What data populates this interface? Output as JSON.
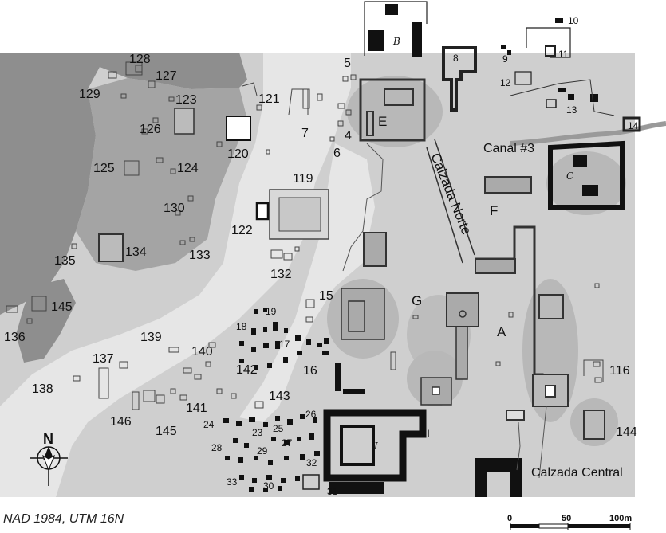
{
  "map": {
    "crs_label": "NAD 1984, UTM 16N",
    "north_label": "N",
    "scale_bar": {
      "ticks": [
        "0",
        "50",
        "100m"
      ]
    },
    "labels": [
      {
        "id": "B",
        "text": "B",
        "style": "italic"
      },
      {
        "id": "8",
        "text": "8",
        "style": "sm"
      },
      {
        "id": "9",
        "text": "9",
        "style": "sm"
      },
      {
        "id": "10",
        "text": "10",
        "style": "sm"
      },
      {
        "id": "11",
        "text": "11",
        "style": "sm"
      },
      {
        "id": "12",
        "text": "12",
        "style": "sm"
      },
      {
        "id": "13",
        "text": "13",
        "style": "sm"
      },
      {
        "id": "14",
        "text": "14",
        "style": "sm"
      },
      {
        "id": "128",
        "text": "128",
        "style": "md"
      },
      {
        "id": "127",
        "text": "127",
        "style": "md"
      },
      {
        "id": "129",
        "text": "129",
        "style": "md"
      },
      {
        "id": "123",
        "text": "123",
        "style": "md"
      },
      {
        "id": "126",
        "text": "126",
        "style": "md"
      },
      {
        "id": "121",
        "text": "121",
        "style": "md"
      },
      {
        "id": "5",
        "text": "5",
        "style": "md"
      },
      {
        "id": "E",
        "text": "E",
        "style": "lg"
      },
      {
        "id": "7",
        "text": "7",
        "style": "md"
      },
      {
        "id": "4",
        "text": "4",
        "style": "md"
      },
      {
        "id": "6",
        "text": "6",
        "style": "md"
      },
      {
        "id": "120",
        "text": "120",
        "style": "md"
      },
      {
        "id": "125",
        "text": "125",
        "style": "md"
      },
      {
        "id": "124",
        "text": "124",
        "style": "md"
      },
      {
        "id": "119",
        "text": "119",
        "style": "md"
      },
      {
        "id": "130",
        "text": "130",
        "style": "md"
      },
      {
        "id": "122",
        "text": "122",
        "style": "md"
      },
      {
        "id": "134",
        "text": "134",
        "style": "md"
      },
      {
        "id": "135",
        "text": "135",
        "style": "md"
      },
      {
        "id": "133",
        "text": "133",
        "style": "md"
      },
      {
        "id": "132",
        "text": "132",
        "style": "md"
      },
      {
        "id": "15",
        "text": "15",
        "style": "md"
      },
      {
        "id": "19",
        "text": "19",
        "style": "sm"
      },
      {
        "id": "G",
        "text": "G",
        "style": "lg"
      },
      {
        "id": "A",
        "text": "A",
        "style": "lg"
      },
      {
        "id": "F",
        "text": "F",
        "style": "lg"
      },
      {
        "id": "145a",
        "text": "145",
        "style": "md"
      },
      {
        "id": "136",
        "text": "136",
        "style": "md"
      },
      {
        "id": "139",
        "text": "139",
        "style": "md"
      },
      {
        "id": "18",
        "text": "18",
        "style": "sm"
      },
      {
        "id": "17",
        "text": "17",
        "style": "sm"
      },
      {
        "id": "140",
        "text": "140",
        "style": "md"
      },
      {
        "id": "137",
        "text": "137",
        "style": "md"
      },
      {
        "id": "142",
        "text": "142",
        "style": "md"
      },
      {
        "id": "16",
        "text": "16",
        "style": "md"
      },
      {
        "id": "138",
        "text": "138",
        "style": "md"
      },
      {
        "id": "143",
        "text": "143",
        "style": "md"
      },
      {
        "id": "141",
        "text": "141",
        "style": "md"
      },
      {
        "id": "146",
        "text": "146",
        "style": "md"
      },
      {
        "id": "145b",
        "text": "145",
        "style": "md"
      },
      {
        "id": "24",
        "text": "24",
        "style": "sm"
      },
      {
        "id": "26",
        "text": "26",
        "style": "sm"
      },
      {
        "id": "25",
        "text": "25",
        "style": "sm"
      },
      {
        "id": "23",
        "text": "23",
        "style": "sm"
      },
      {
        "id": "27",
        "text": "27",
        "style": "sm"
      },
      {
        "id": "28",
        "text": "28",
        "style": "sm"
      },
      {
        "id": "29",
        "text": "29",
        "style": "sm"
      },
      {
        "id": "32",
        "text": "32",
        "style": "sm"
      },
      {
        "id": "33",
        "text": "33",
        "style": "sm"
      },
      {
        "id": "30",
        "text": "30",
        "style": "sm"
      },
      {
        "id": "31",
        "text": "31",
        "style": "sm"
      },
      {
        "id": "I",
        "text": "I",
        "style": "italic"
      },
      {
        "id": "H",
        "text": "H",
        "style": "sm"
      },
      {
        "id": "C",
        "text": "C",
        "style": "italic"
      },
      {
        "id": "116",
        "text": "116",
        "style": "md"
      },
      {
        "id": "144",
        "text": "144",
        "style": "md"
      },
      {
        "id": "canal3",
        "text": "Canal #3",
        "style": "md"
      },
      {
        "id": "calzada-norte",
        "text": "Calzada Norte",
        "style": "lg"
      },
      {
        "id": "calzada-central",
        "text": "Calzada Central",
        "style": "md"
      }
    ]
  }
}
